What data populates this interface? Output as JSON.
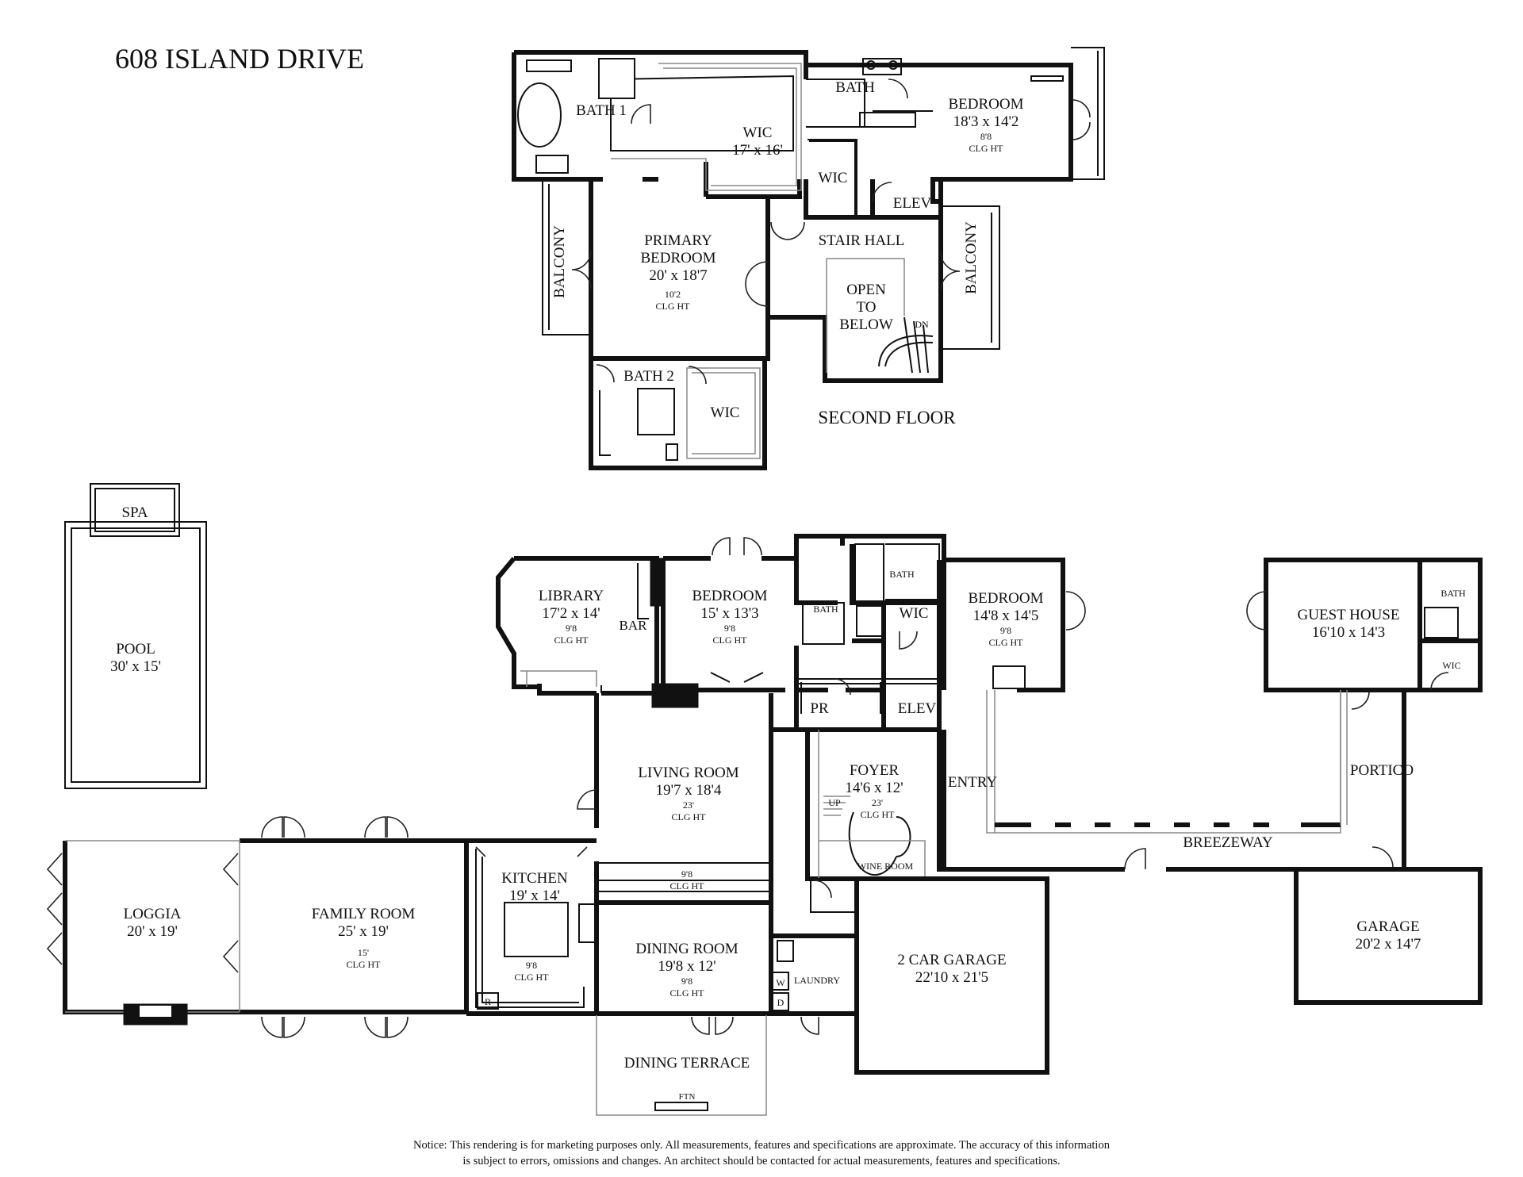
{
  "title": "608 ISLAND DRIVE",
  "second_floor_label": "SECOND FLOOR",
  "notice_line1": "Notice: This rendering is for marketing purposes only. All measurements, features and specifications are approximate. The accuracy of this information",
  "notice_line2": "is subject to errors, omissions and changes. An architect should be contacted for actual measurements, features and specifications.",
  "second_floor": {
    "bath1": "BATH 1",
    "wic_main": {
      "name": "WIC",
      "dims": "17' x 16'"
    },
    "bath_upper": "BATH",
    "bedroom_upper": {
      "name": "BEDROOM",
      "dims": "18'3 x 14'2",
      "clg": "8'8",
      "clg_label": "CLG HT"
    },
    "wic_upper": "WIC",
    "elev": "ELEV",
    "stair_hall": "STAIR HALL",
    "balcony_left": "BALCONY",
    "balcony_right": "BALCONY",
    "primary_bedroom": {
      "line1": "PRIMARY",
      "line2": "BEDROOM",
      "dims": "20' x 18'7",
      "clg": "10'2",
      "clg_label": "CLG HT"
    },
    "open_to_below": {
      "line1": "OPEN",
      "line2": "TO",
      "line3": "BELOW"
    },
    "dn": "DN",
    "bath2": "BATH 2",
    "wic_bath2": "WIC"
  },
  "first_floor": {
    "spa": "SPA",
    "pool": {
      "name": "POOL",
      "dims": "30' x 15'"
    },
    "library": {
      "name": "LIBRARY",
      "dims": "17'2 x 14'",
      "clg": "9'8",
      "clg_label": "CLG HT"
    },
    "bar": "BAR",
    "bedroom_a": {
      "name": "BEDROOM",
      "dims": "15' x 13'3",
      "clg": "9'8",
      "clg_label": "CLG HT"
    },
    "bath_a": "BATH",
    "bath_b": "BATH",
    "wic": "WIC",
    "bedroom_b": {
      "name": "BEDROOM",
      "dims": "14'8 x 14'5",
      "clg": "9'8",
      "clg_label": "CLG HT"
    },
    "pr": "PR",
    "elev": "ELEV",
    "guest_house": {
      "name": "GUEST HOUSE",
      "dims": "16'10 x 14'3"
    },
    "guest_bath": "BATH",
    "guest_wic": "WIC",
    "living_room": {
      "name": "LIVING ROOM",
      "dims": "19'7 x 18'4",
      "clg": "23'",
      "clg_label": "CLG HT"
    },
    "foyer": {
      "name": "FOYER",
      "dims": "14'6 x 12'",
      "clg": "23'",
      "clg_label": "CLG HT"
    },
    "up": "UP",
    "entry": "ENTRY",
    "portico": "PORTICO",
    "breezeway": "BREEZEWAY",
    "wine_room": "WINE ROOM",
    "gallery_clg": "9'8",
    "gallery_clg_label": "CLG HT",
    "loggia": {
      "name": "LOGGIA",
      "dims": "20' x 19'"
    },
    "family_room": {
      "name": "FAMILY ROOM",
      "dims": "25' x 19'",
      "clg": "15'",
      "clg_label": "CLG HT"
    },
    "kitchen": {
      "name": "KITCHEN",
      "dims": "19' x 14'",
      "clg": "9'8",
      "clg_label": "CLG HT"
    },
    "r": "R",
    "dining_room": {
      "name": "DINING ROOM",
      "dims": "19'8 x 12'",
      "clg": "9'8",
      "clg_label": "CLG HT"
    },
    "w": "W",
    "d": "D",
    "laundry": "LAUNDRY",
    "two_car_garage": {
      "name": "2 CAR GARAGE",
      "dims": "22'10 x 21'5"
    },
    "garage": {
      "name": "GARAGE",
      "dims": "20'2 x 14'7"
    },
    "dining_terrace": "DINING TERRACE",
    "ftn": "FTN"
  }
}
